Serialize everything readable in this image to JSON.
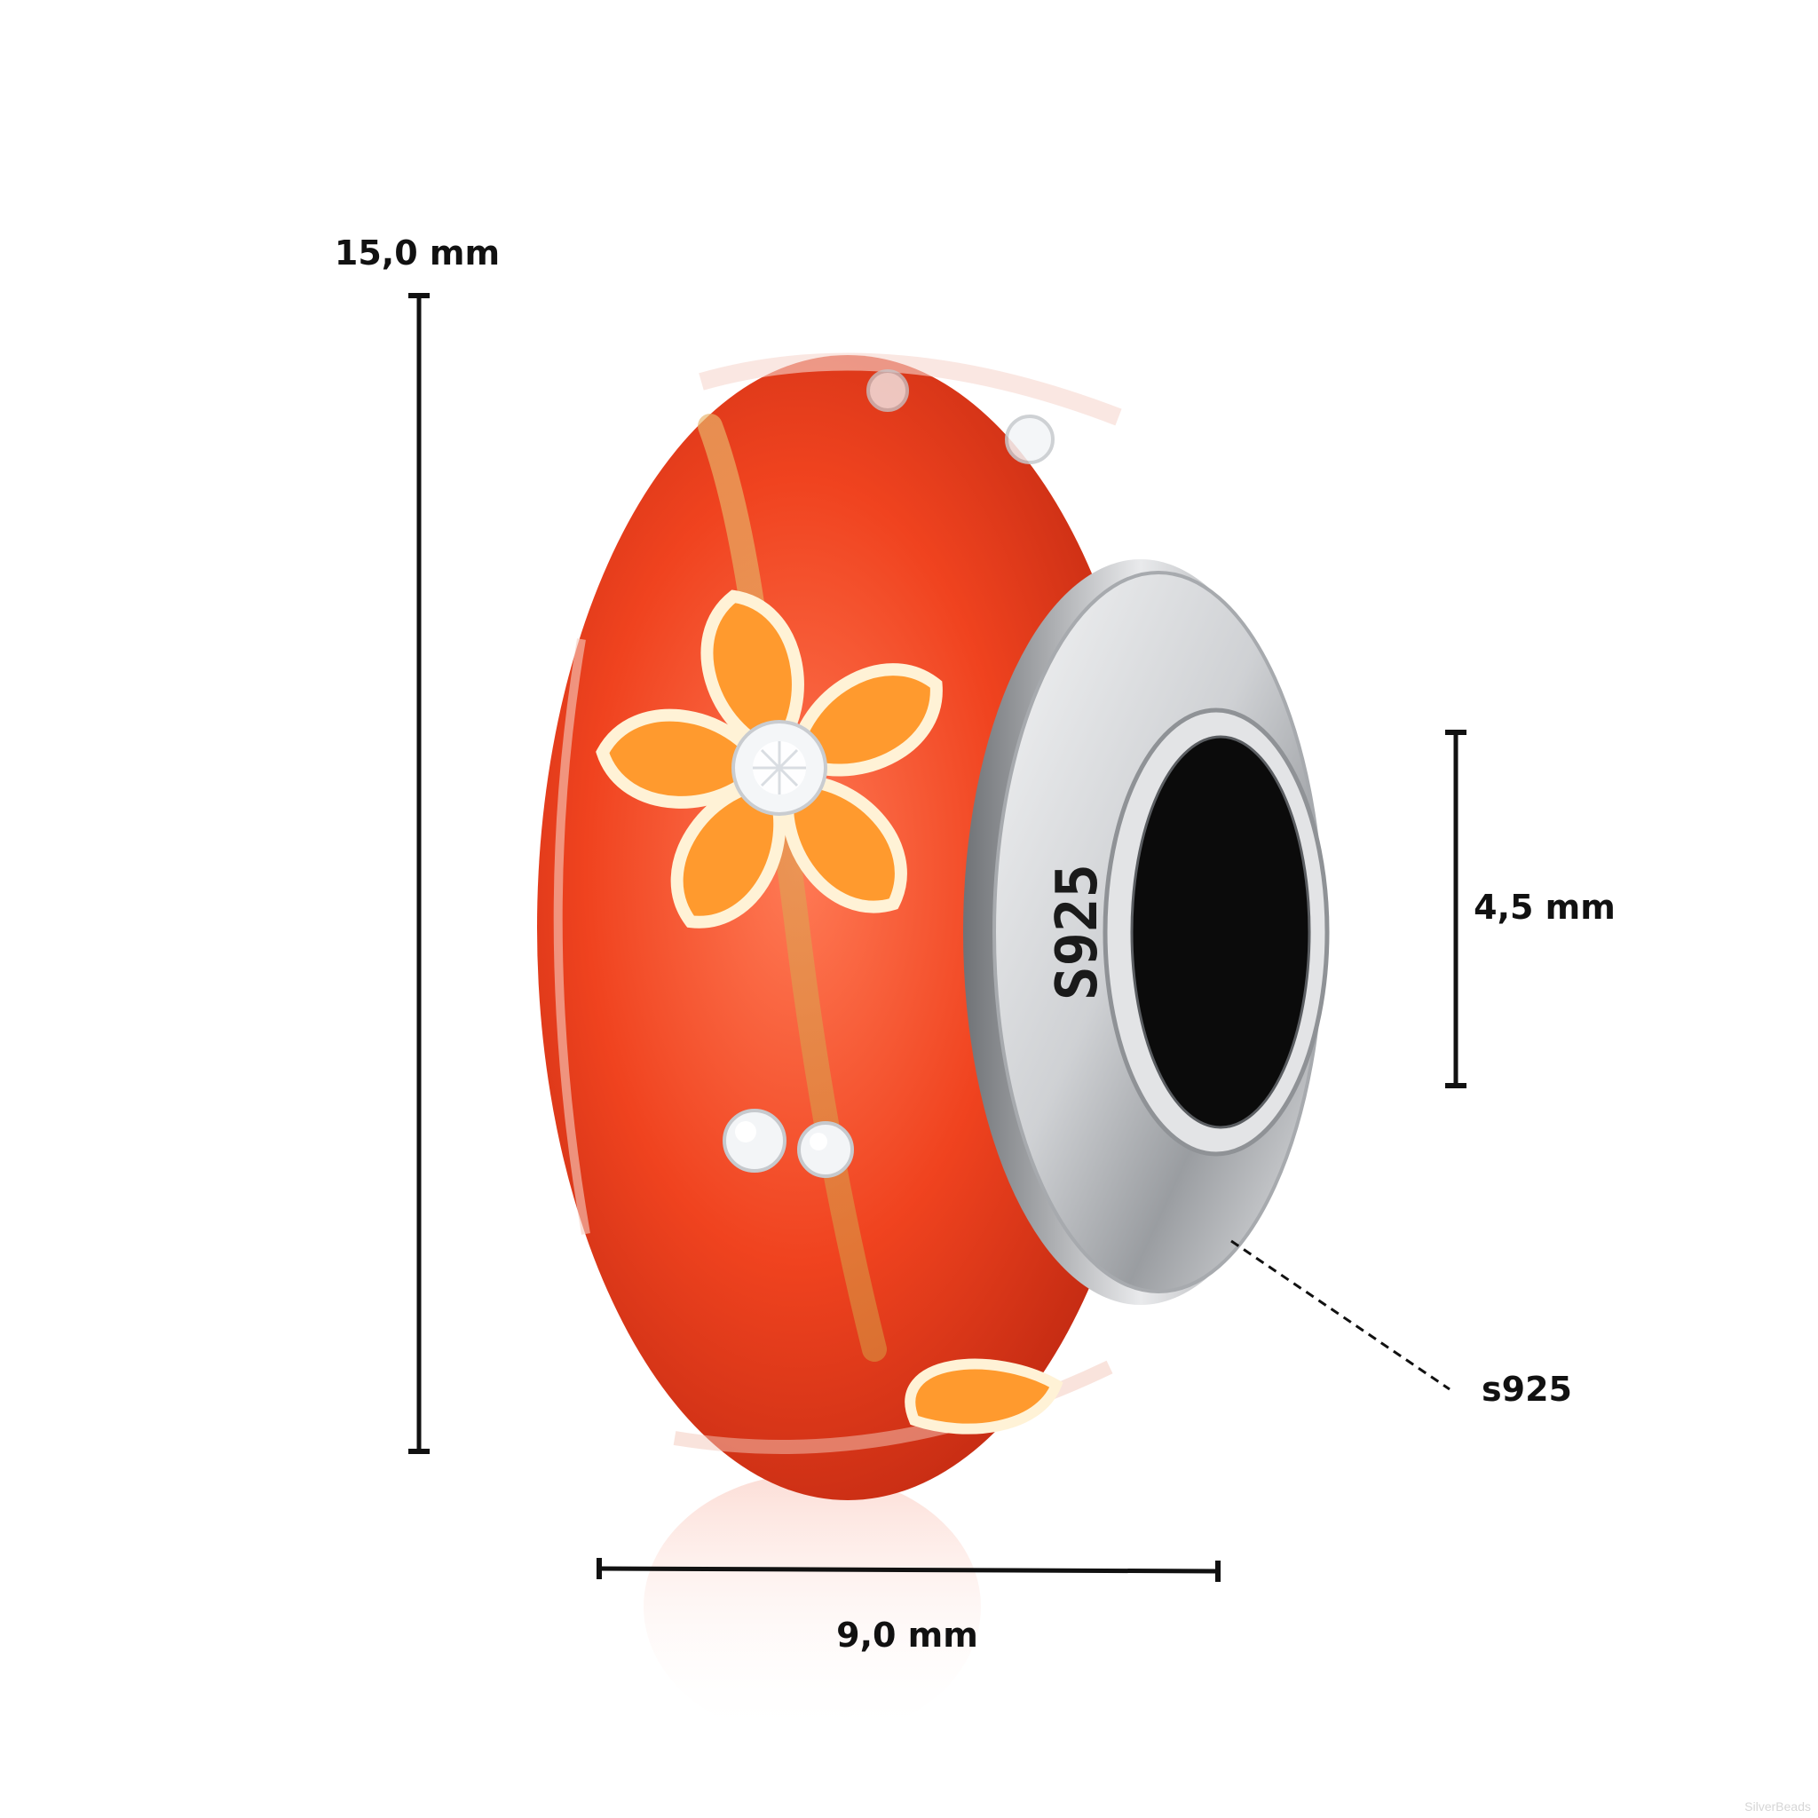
{
  "dimensions": {
    "height_label": "15,0 mm",
    "width_label": "9,0 mm",
    "hole_label": "4,5 mm"
  },
  "callout": {
    "stamp_label": "s925"
  },
  "bead": {
    "core_stamp": "S925"
  },
  "watermark": "SilverBeads",
  "colors": {
    "glass": "#f0431f",
    "glass_dark": "#c92b14",
    "flower": "#ff9a2e",
    "flower_outline": "#fff2d6",
    "silver": "#d9dadc",
    "silver_dark": "#8f9296",
    "hole": "#0b0b0b",
    "line": "#111111"
  }
}
